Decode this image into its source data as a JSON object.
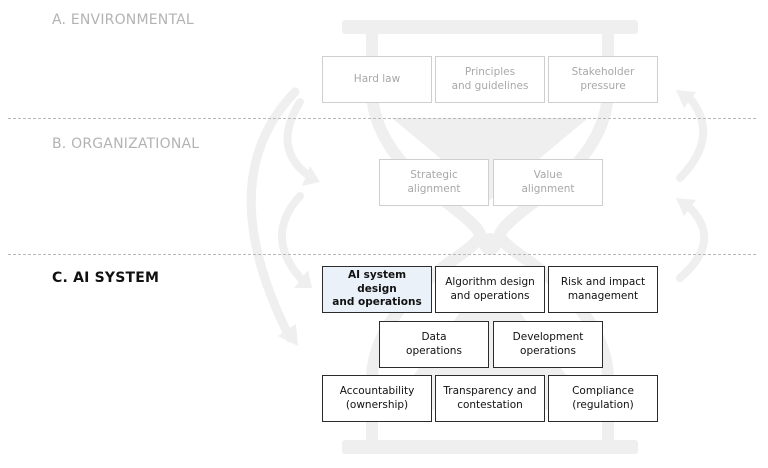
{
  "layers": {
    "environmental": {
      "label": "A. ENVIRONMENTAL",
      "boxes": [
        "Hard law",
        "Principles\nand guidelines",
        "Stakeholder\npressure"
      ]
    },
    "organizational": {
      "label": "B. ORGANIZATIONAL",
      "boxes": [
        "Strategic\nalignment",
        "Value\nalignment"
      ]
    },
    "ai_system": {
      "label": "C. AI SYSTEM",
      "row1": [
        "AI system design\nand operations",
        "Algorithm design\nand operations",
        "Risk and impact\nmanagement"
      ],
      "row2": [
        "Data\noperations",
        "Development\noperations"
      ],
      "row3": [
        "Accountability\n(ownership)",
        "Transparency and\ncontestation",
        "Compliance\n(regulation)"
      ]
    }
  },
  "colors": {
    "faded_text": "#b3b3b3",
    "faded_border": "#cfcfcf",
    "active_border": "#2b2b2b",
    "highlight_fill": "#eaf1f8",
    "background_shape": "#eeeeee"
  }
}
